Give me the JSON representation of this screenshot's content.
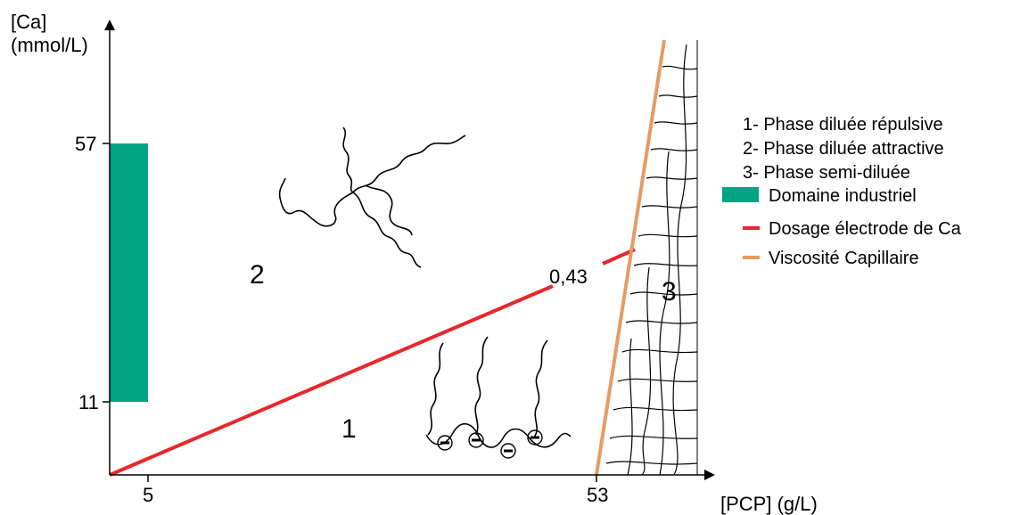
{
  "axes": {
    "y_title_line1": "[Ca]",
    "y_title_line2": "(mmol/L)",
    "x_title": "[PCP] (g/L)",
    "y_ticks": [
      "57",
      "11"
    ],
    "x_ticks": [
      "5",
      "53"
    ]
  },
  "regions": {
    "r1": "1",
    "r2": "2",
    "r3": "3"
  },
  "line_annotation": "0,43",
  "legend": {
    "items": [
      "1- Phase diluée répulsive",
      "2- Phase diluée attractive",
      "3- Phase semi-diluée",
      "Domaine industriel",
      "Dosage électrode de Ca",
      "Viscosité Capillaire"
    ]
  },
  "colors": {
    "industrial": "#00a383",
    "calcium_line": "#e8262b",
    "viscosity_line": "#e89a63",
    "axis": "#000000"
  }
}
